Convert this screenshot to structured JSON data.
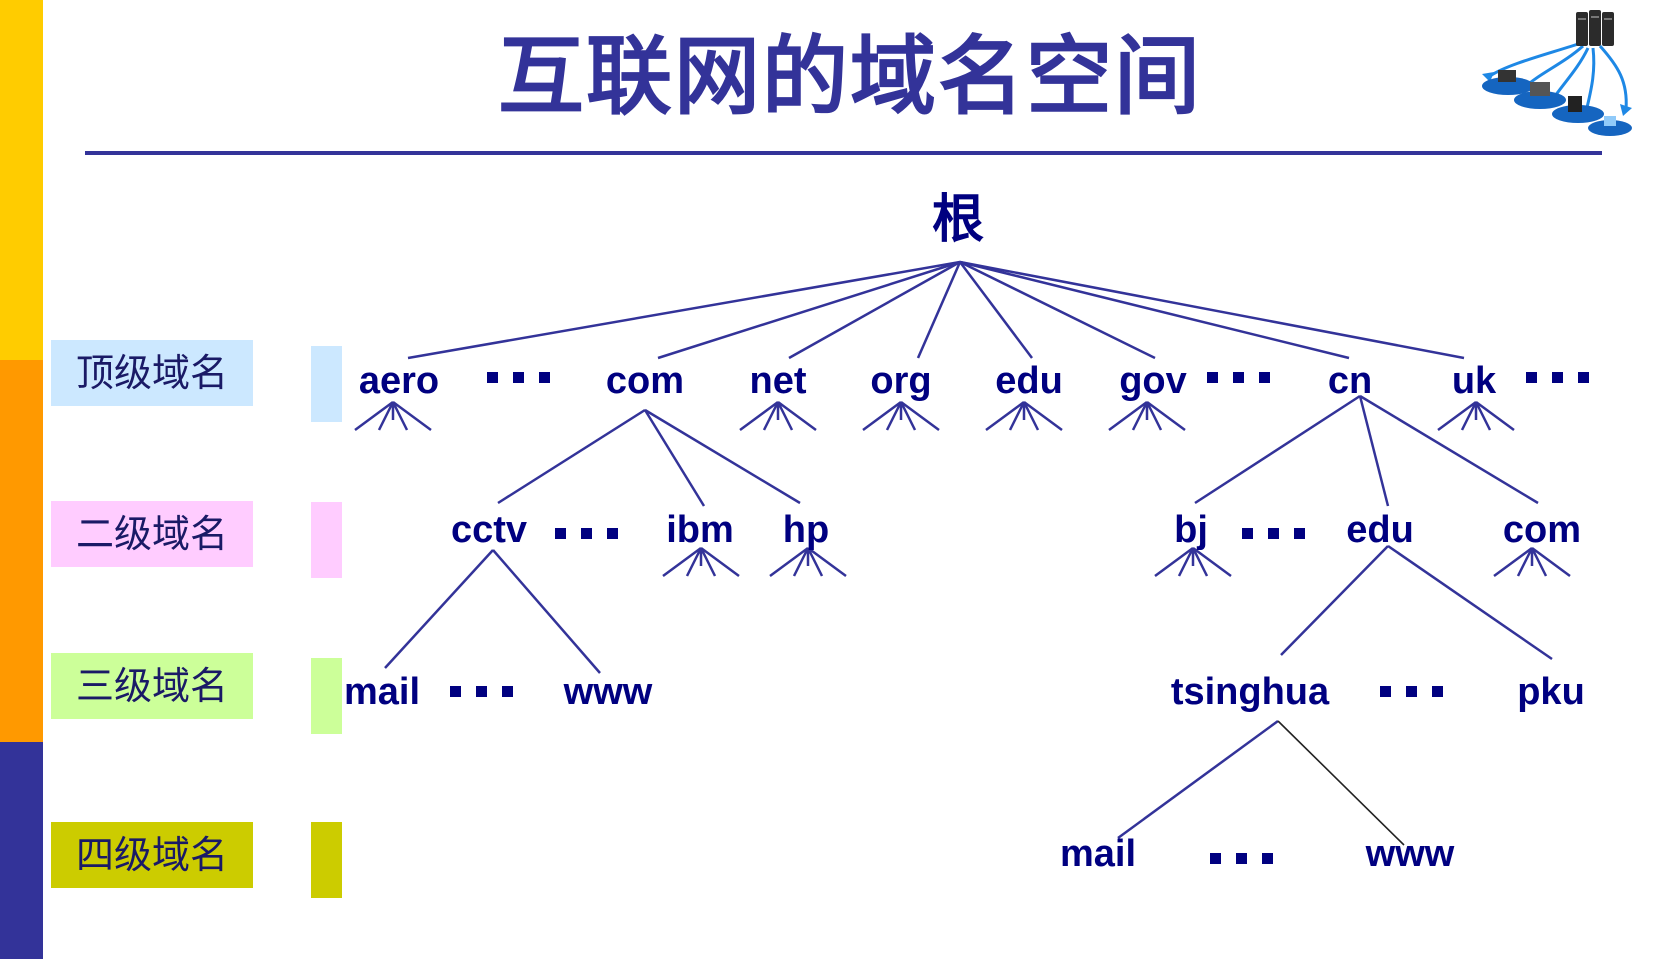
{
  "title": "互联网的域名空间",
  "colors": {
    "accent": "#333399",
    "node_text": "#000080",
    "sidebar_yellow": "#ffcc00",
    "sidebar_orange": "#ff9900",
    "sidebar_navy": "#333399"
  },
  "levels": [
    {
      "label": "顶级域名",
      "color": "#cce8ff"
    },
    {
      "label": "二级域名",
      "color": "#ffccff"
    },
    {
      "label": "三级域名",
      "color": "#ccff99"
    },
    {
      "label": "四级域名",
      "color": "#cccc00"
    }
  ],
  "tree": {
    "root": "根",
    "top_level": [
      "aero",
      "com",
      "net",
      "org",
      "edu",
      "gov",
      "cn",
      "uk"
    ],
    "second_level": {
      "com": [
        "cctv",
        "ibm",
        "hp"
      ],
      "cn": [
        "bj",
        "edu",
        "com"
      ]
    },
    "third_level": {
      "cctv": [
        "mail",
        "www"
      ],
      "edu": [
        "tsinghua",
        "pku"
      ]
    },
    "fourth_level": {
      "tsinghua": [
        "mail",
        "www"
      ]
    }
  },
  "icons": {
    "network": "network-topology-icon"
  }
}
